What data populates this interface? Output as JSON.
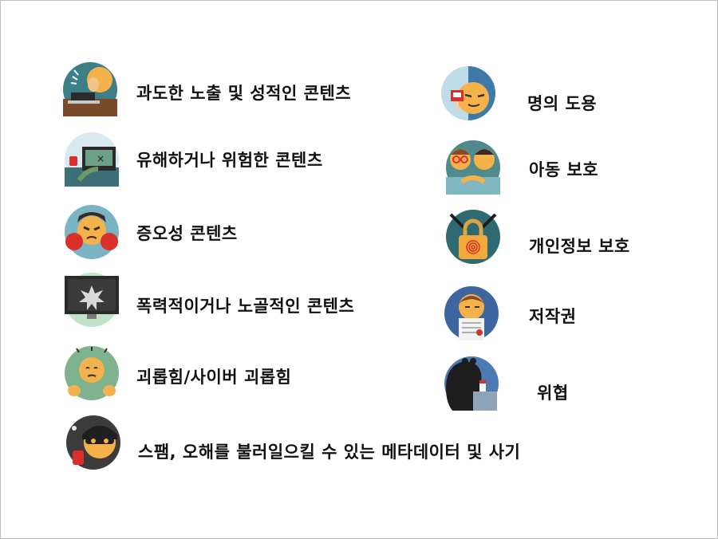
{
  "left_items": [
    {
      "icon": "nudity-icon",
      "label": "과도한 노출 및 성적인 콘텐츠"
    },
    {
      "icon": "harmful-content-icon",
      "label": "유해하거나 위험한 콘텐츠"
    },
    {
      "icon": "hate-icon",
      "label": "증오성 콘텐츠"
    },
    {
      "icon": "violent-content-icon",
      "label": "폭력적이거나 노골적인 콘텐츠"
    },
    {
      "icon": "harassment-icon",
      "label": "괴롭힘/사이버 괴롭힘"
    },
    {
      "icon": "spam-scam-icon",
      "label": "스팸, 오해를 불러일으킬 수 있는 메타데이터 및 사기"
    }
  ],
  "right_items": [
    {
      "icon": "impersonation-icon",
      "label": "명의 도용"
    },
    {
      "icon": "child-safety-icon",
      "label": "아동 보호"
    },
    {
      "icon": "privacy-lock-icon",
      "label": "개인정보 보호"
    },
    {
      "icon": "copyright-icon",
      "label": "저작권"
    },
    {
      "icon": "threat-icon",
      "label": "위협"
    }
  ]
}
